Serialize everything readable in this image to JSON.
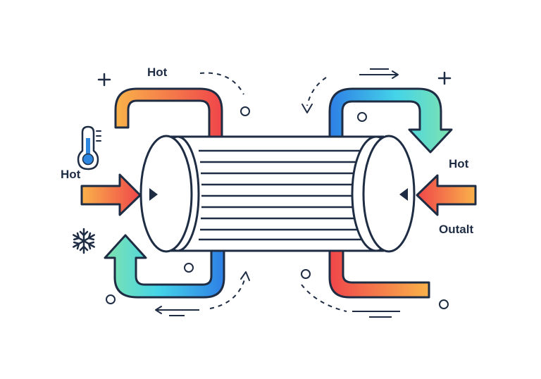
{
  "labels": {
    "hot_top": "Hot",
    "hot_left": "Hot",
    "hot_right": "Hot",
    "outlet_right": "Outalt"
  },
  "icons": {
    "thermometer": "thermometer-icon",
    "snowflake": "snowflake-icon",
    "plus": "plus-icon"
  },
  "colors": {
    "outline": "#1f2d44",
    "hot_red": "#f0534a",
    "hot_orange": "#f7a646",
    "cold_blue": "#2e82e6",
    "cold_cyan": "#44d1e4",
    "cold_green": "#7fe3b0",
    "thermo_blue": "#2d86e0"
  }
}
